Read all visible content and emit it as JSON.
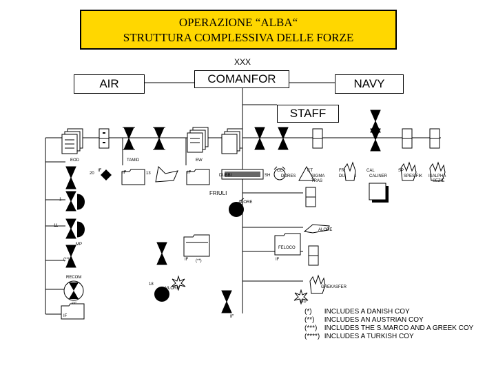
{
  "header": {
    "title_line1": "OPERAZIONE “ALBA“",
    "title_line2": "STRUTTURA COMPLESSIVA DELLE FORZE",
    "colors": {
      "title_bg": "#ffd700"
    }
  },
  "command": {
    "level": "XXX",
    "comanfor": "COMANFOR",
    "air": "AIR",
    "navy": "NAVY",
    "staff": "STAFF"
  },
  "units": {
    "eod": "EOD",
    "tamid": "TAMID",
    "ew": "EW",
    "if_a": "IF",
    "if_b": "IF",
    "if_c": "IF",
    "num_20": "20",
    "num_13": "13",
    "dubbi": "DUBBI",
    "sh": "SH",
    "cc": "CC",
    "cc_label": "DORES",
    "ct_label": "CT",
    "sigma": "SIGMA",
    "sigma_sub": "TRAS",
    "fru": "FRU",
    "fru_sub": "DURRES",
    "cal": "CAL",
    "caliner": "CALINER",
    "sp": "SP",
    "spesifik": "SPESIFIK",
    "sf_alpha": "ISALPHA",
    "sf_sub": "SEZIE",
    "friuli": "FRIULI",
    "num_1": "1",
    "alore": "ALORE",
    "num_11": "11",
    "gauss": "ALORE",
    "mp": "MP",
    "feloco": "FELOCO",
    "if_mp": "IF",
    "if_paren": "(**)",
    "if_paren2": "(**)",
    "if_d": "IF",
    "recom": "RECOM",
    "num_18": "18",
    "vlore": "VLORE",
    "grekasfer": "GREKASFER",
    "sf": "SF",
    "if_sf": "IF",
    "if_bottom": "IF",
    "nd": "ND"
  },
  "notes": [
    {
      "key": "(*)",
      "text": "INCLUDES A DANISH COY"
    },
    {
      "key": "(**)",
      "text": "INCLUDES AN AUSTRIAN COY"
    },
    {
      "key": "(***)",
      "text": "INCLUDES THE S.MARCO AND A GREEK COY"
    },
    {
      "key": "(****)",
      "text": "INCLUDES A TURKISH COY"
    }
  ]
}
